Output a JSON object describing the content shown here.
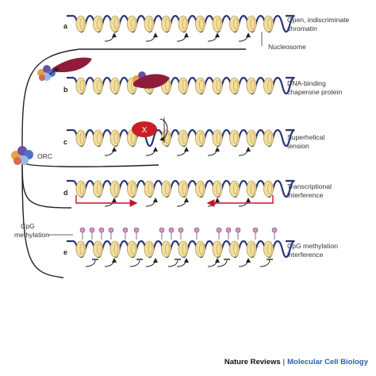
{
  "panels": [
    {
      "letter": "a",
      "label": [
        "Open, indiscriminate",
        "chromatin"
      ]
    },
    {
      "letter": "b",
      "label": [
        "DNA-binding",
        "chaperone protein"
      ]
    },
    {
      "letter": "c",
      "label": [
        "Superhelical",
        "tension"
      ]
    },
    {
      "letter": "d",
      "label": [
        "Transcriptional",
        "interference"
      ]
    },
    {
      "letter": "e",
      "label": [
        "CpG methylation",
        "interference"
      ]
    }
  ],
  "annotations": {
    "nucleosome": "Nucleosome",
    "orc": "ORC",
    "x_factor": "X",
    "cpg": [
      "CpG",
      "methylation"
    ]
  },
  "footer": {
    "journal": "Nature Reviews",
    "separator": "|",
    "subjournal": "Molecular Cell Biology"
  },
  "colors": {
    "dna": "#2a3578",
    "nucleosome_fill": "#f2dfa0",
    "nucleosome_stroke": "#b79a4a",
    "chaperone": "#8f1d3a",
    "x_protein": "#c81f25",
    "interference_arrow": "#c8102e",
    "methyl_lollipop": "#d98fc9",
    "orc_colors": [
      "#e5a34a",
      "#6d4fa3",
      "#4b72c9",
      "#d46b52",
      "#9ab8e8"
    ]
  }
}
